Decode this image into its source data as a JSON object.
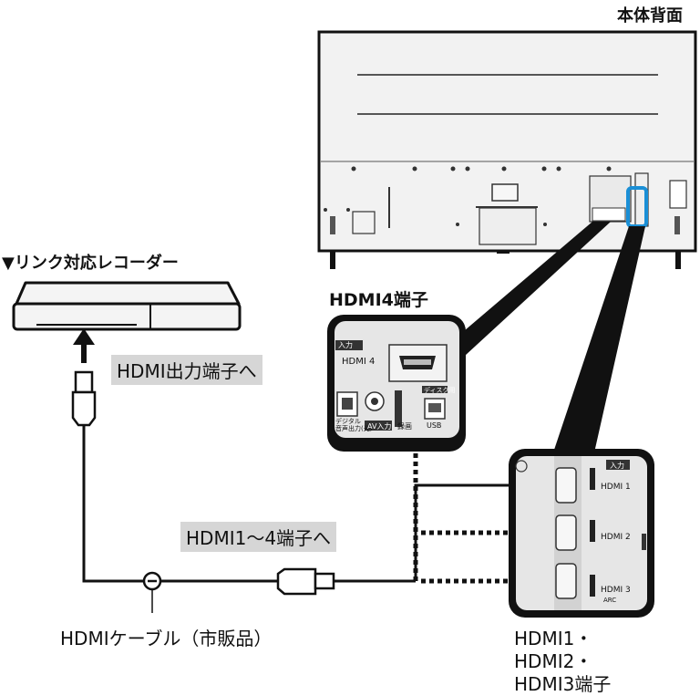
{
  "labels": {
    "tv_back": "本体背面",
    "recorder": "▼リンク対応レコーダー",
    "hdmi_out": "HDMI出力端子へ",
    "hdmi4_title": "HDMI4端子",
    "hdmi_1_4": "HDMI1～4端子へ",
    "cable": "HDMIケーブル（市販品）",
    "hdmi123_line1": "HDMI1・",
    "hdmi123_line2": "HDMI2・",
    "hdmi123_line3": "HDMI3端子"
  },
  "panel_hdmi4": {
    "input_tag": "入力",
    "port_label": "HDMI 4",
    "digital_label": "デジタル\n音声出力(光)",
    "av_label": "AV入力",
    "rec_label": "録画",
    "usb_label": "USB",
    "hdd_label": "ディスク用"
  },
  "panel_hdmi123": {
    "input_tag": "入力",
    "hdmi1": "HDMI 1",
    "hdmi2": "HDMI 2",
    "hdmi3": "HDMI 3",
    "arc": "ARC"
  },
  "colors": {
    "highlight": "#1a8fd6",
    "tag_bg": "#d6d6d6",
    "panel_bg": "#e6e6e6",
    "line": "#111111"
  }
}
